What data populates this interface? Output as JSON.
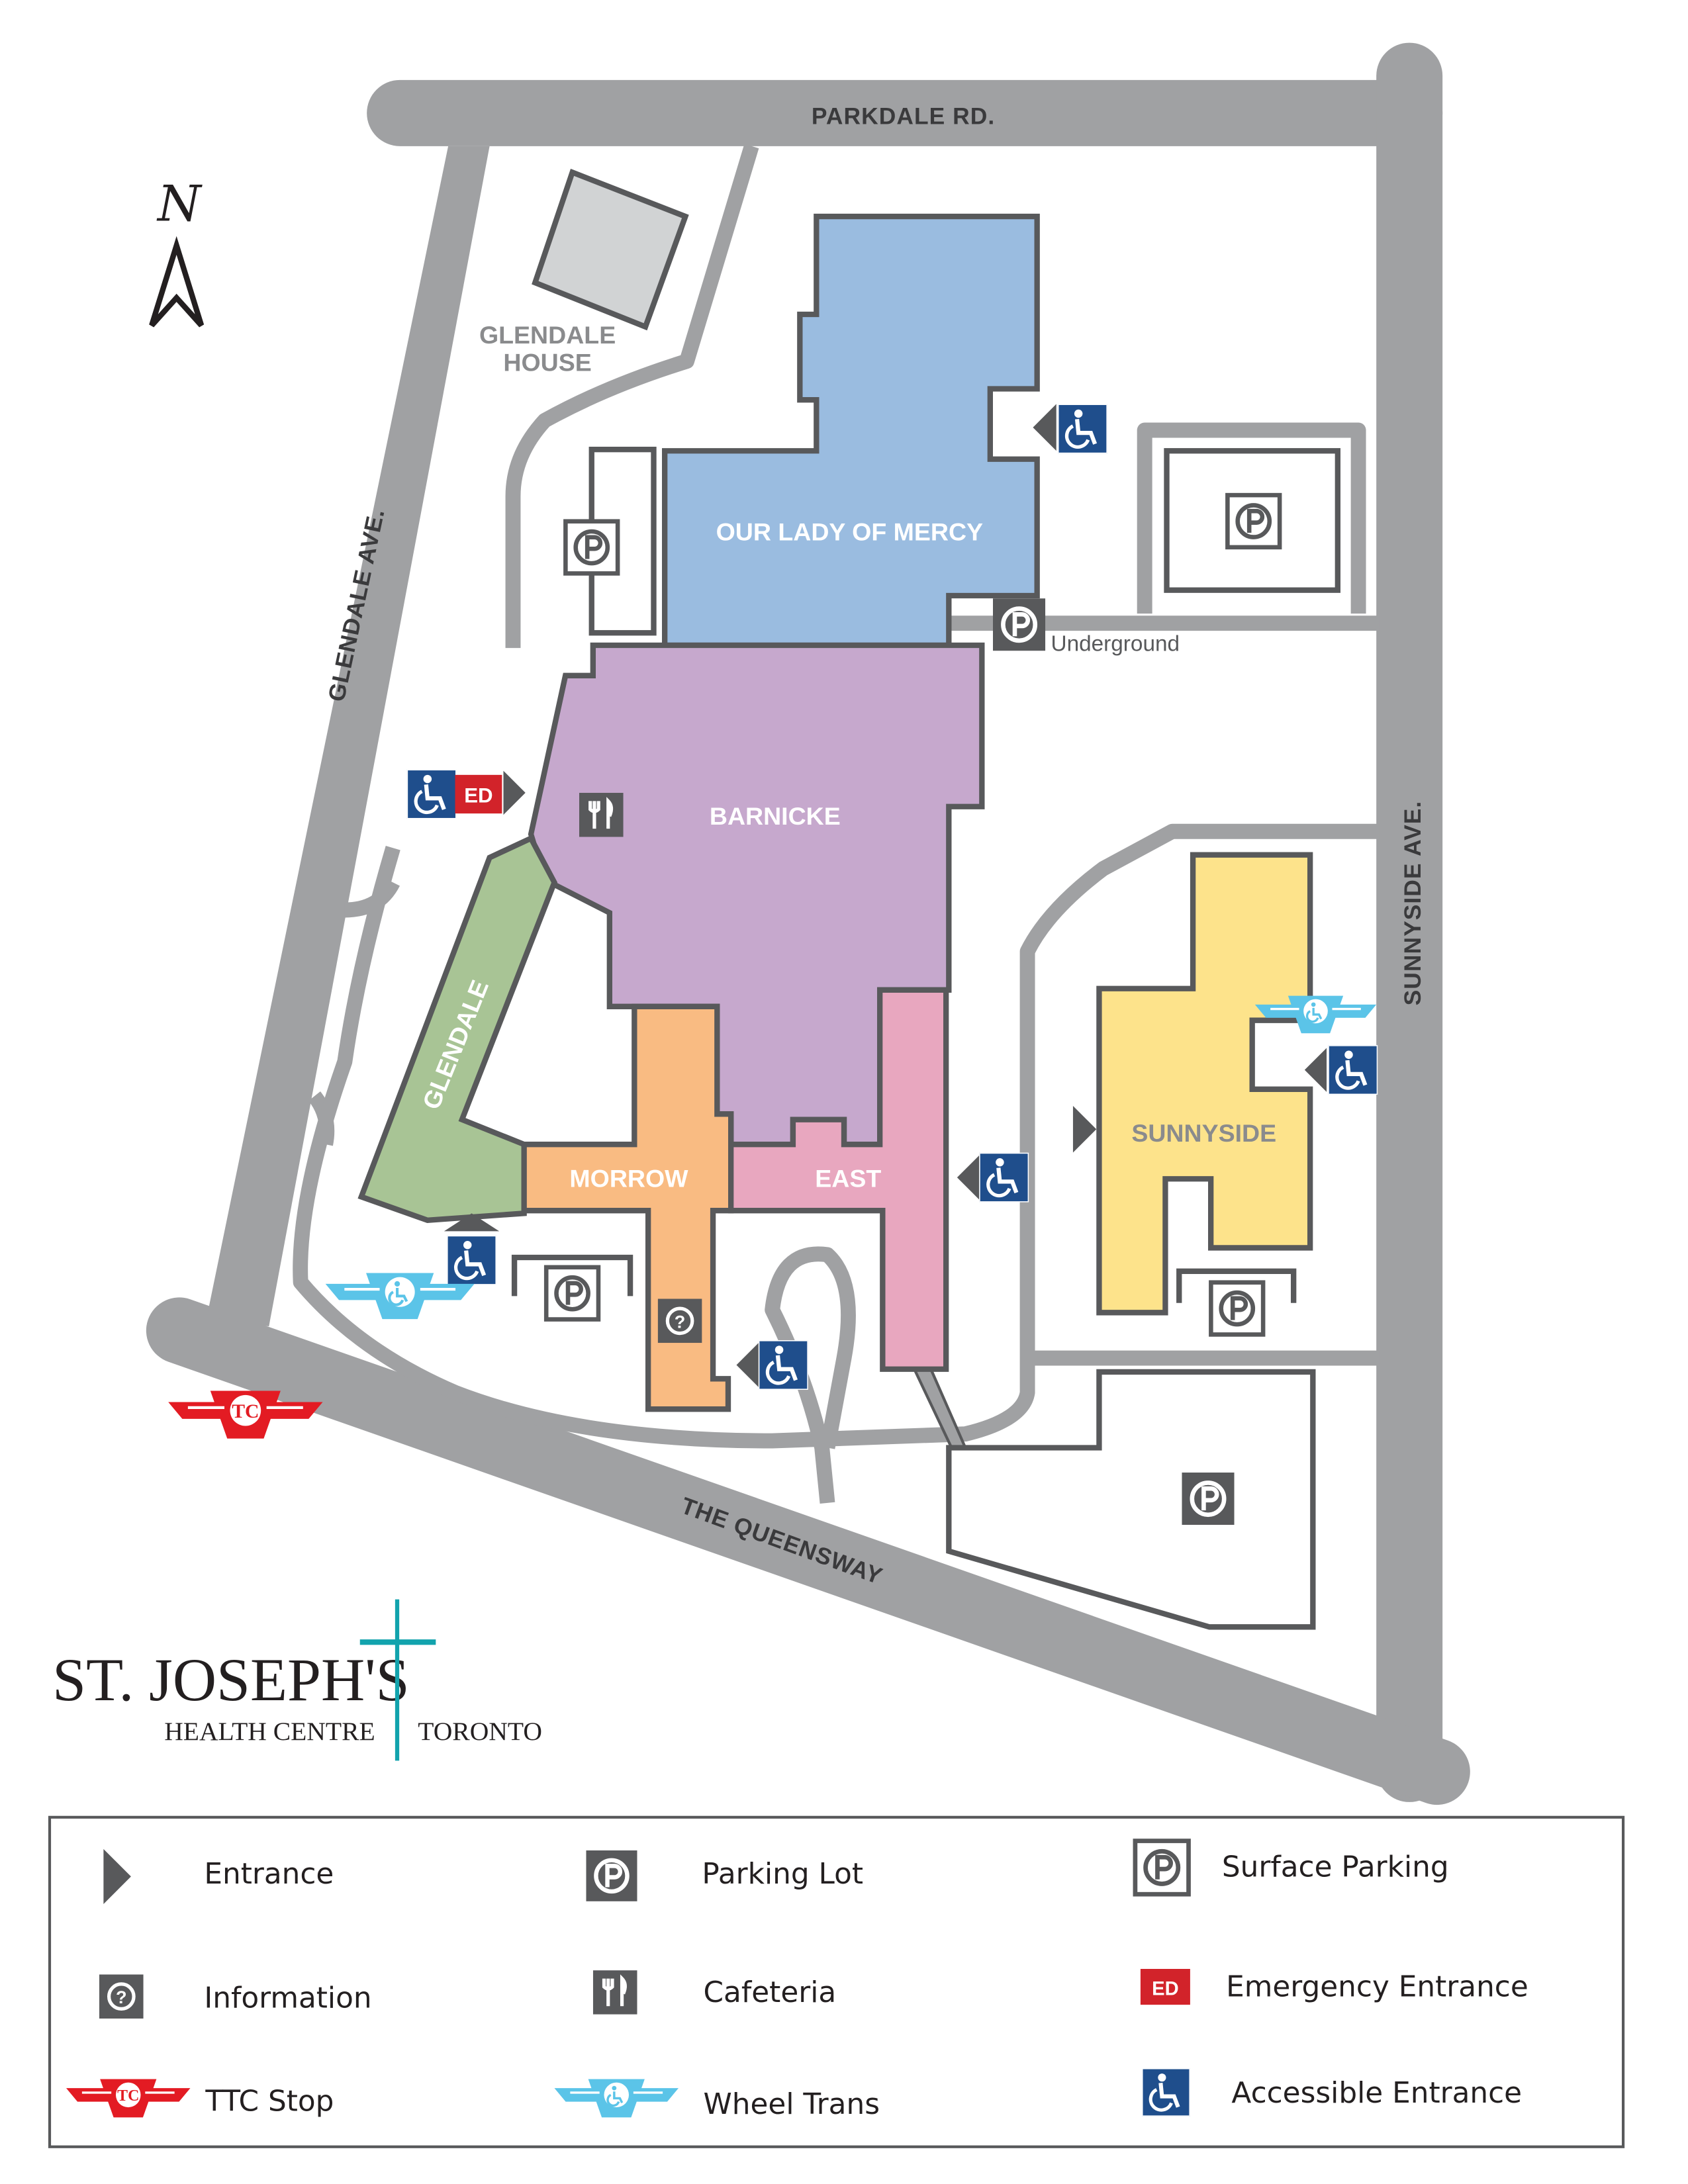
{
  "roads": {
    "north": "PARKDALE RD.",
    "west": "GLENDALE AVE.",
    "east": "SUNNYSIDE AVE.",
    "south": "THE QUEENSWAY"
  },
  "compass": {
    "letter": "N"
  },
  "buildings": {
    "glendale_house": [
      "GLENDALE",
      "HOUSE"
    ],
    "our_lady_of_mercy": "OUR LADY OF MERCY",
    "barnicke": "BARNICKE",
    "glendale": "GLENDALE",
    "morrow": "MORROW",
    "east": "EAST",
    "sunnyside": "SUNNYSIDE"
  },
  "markers": {
    "underground": "Underground",
    "ed": "ED",
    "parking": "P",
    "info": "?"
  },
  "logo": {
    "name": "ST. JOSEPH'S",
    "subtitle": "HEALTH CENTRE",
    "city": "TORONTO"
  },
  "legend": {
    "entrance": "Entrance",
    "parking_lot": "Parking Lot",
    "surface_parking": "Surface Parking",
    "information": "Information",
    "cafeteria": "Cafeteria",
    "emergency_entrance": "Emergency Entrance",
    "ttc_stop": "TTC Stop",
    "wheel_trans": "Wheel Trans",
    "accessible_entrance": "Accessible Entrance"
  },
  "colors": {
    "road": "#a0a1a3",
    "outline": "#58595b",
    "our_lady_of_mercy": "#9abce0",
    "barnicke": "#c6a8cd",
    "glendale": "#a8c495",
    "morrow": "#f9bb82",
    "east": "#e8a7bf",
    "sunnyside": "#fde38b",
    "accessible": "#1f4e8c",
    "emergency": "#d2232a",
    "ttc": "#e31b23",
    "wheel_trans": "#5bc4e8",
    "logo_cross": "#12a3ad"
  }
}
